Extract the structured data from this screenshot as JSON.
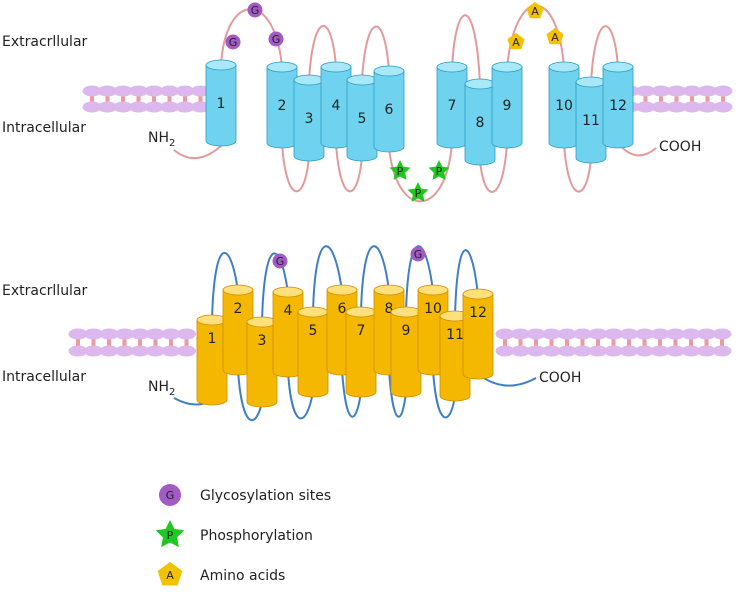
{
  "colors": {
    "lipid_head": "#dcb8ee",
    "lipid_tail": "#ef9a9a",
    "top_helix": "#6fd3ef",
    "top_helix_top": "#a9e8f8",
    "top_helix_stroke": "#2b9cc4",
    "top_loop": "#e39a9a",
    "bottom_helix": "#f5b800",
    "bottom_helix_top": "#ffe07a",
    "bottom_helix_stroke": "#d08a00",
    "bottom_loop": "#3f7fc6",
    "glyco": "#a25ac4",
    "phospho": "#1fc71f",
    "amino": "#f2c200"
  },
  "top_panel": {
    "extracellular_label": "Extracrllular",
    "intracellular_label": "Intracellular",
    "n_terminus": "NH",
    "n_terminus_sub": "2",
    "c_terminus": "COOH",
    "helices": [
      "1",
      "2",
      "3",
      "4",
      "5",
      "6",
      "7",
      "8",
      "9",
      "10",
      "11",
      "12"
    ],
    "glycosylation_marks": [
      "G",
      "G",
      "G"
    ],
    "phosphorylation_marks": [
      "P",
      "P",
      "P"
    ],
    "amino_acid_marks": [
      "A",
      "A",
      "A"
    ]
  },
  "bottom_panel": {
    "extracellular_label": "Extracrllular",
    "intracellular_label": "Intracellular",
    "n_terminus": "NH",
    "n_terminus_sub": "2",
    "c_terminus": "COOH",
    "helices": [
      "1",
      "2",
      "3",
      "4",
      "5",
      "6",
      "7",
      "8",
      "9",
      "10",
      "11",
      "12"
    ],
    "glycosylation_marks": [
      "G",
      "G"
    ]
  },
  "legend": {
    "glycosylation": {
      "symbol": "G",
      "label": "Glycosylation sites",
      "icon": "glycosylation-circle-icon"
    },
    "phosphorylation": {
      "symbol": "P",
      "label": "Phosphorylation",
      "icon": "phosphorylation-star-icon"
    },
    "amino_acids": {
      "symbol": "A",
      "label": "Amino acids",
      "icon": "amino-acid-pentagon-icon"
    }
  }
}
